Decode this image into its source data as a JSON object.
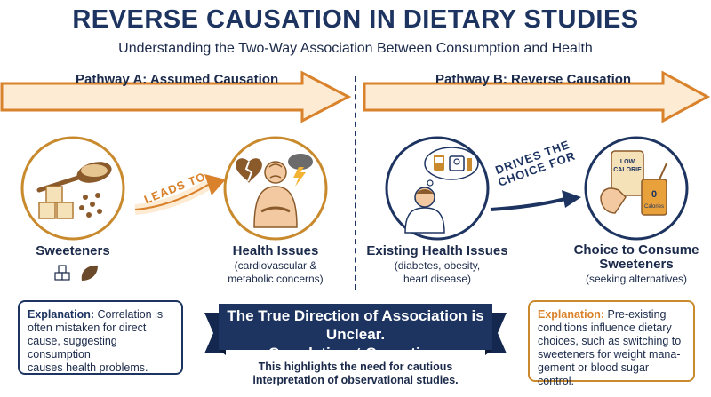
{
  "title": "REVERSE CAUSATION IN DIETARY STUDIES",
  "subtitle": "Understanding the Two-Way Association Between Consumption and Health",
  "pathway_a": {
    "label": "Pathway A: Assumed Causation",
    "connector_text": "LEADS TO",
    "left_node": {
      "label": "Sweeteners"
    },
    "right_node": {
      "label": "Health Issues",
      "sub1": "(cardiovascular &",
      "sub2": "metabolic concerns)"
    },
    "explanation": {
      "lead": "Explanation:",
      "line1": " Correlation is",
      "line2": "often mistaken for direct",
      "line3": "cause, suggesting consumption",
      "line4": "causes health problems."
    }
  },
  "pathway_b": {
    "label": "Pathway B: Reverse Causation",
    "connector_text_1": "DRIVES THE",
    "connector_text_2": "CHOICE FOR",
    "left_node": {
      "label": "Existing Health Issues",
      "sub1": "(diabetes, obesity,",
      "sub2": "heart disease)"
    },
    "right_node": {
      "label1": "Choice to Consume",
      "label2": "Sweeteners",
      "sub1": "(seeking alternatives)"
    },
    "drink_labels": {
      "line1": "LOW",
      "line2": "CALORIE",
      "zero": "0",
      "calories": "Calories"
    },
    "explanation": {
      "lead": "Explanation:",
      "line1": " Pre-existing",
      "line2": "conditions influence dietary",
      "line3": "choices, such as switching to",
      "line4": "sweeteners for weight mana-",
      "line5": "gement or blood sugar control."
    }
  },
  "banner": {
    "line1": "The True Direction of Association is Unclear.",
    "line2": "Correlation ≠ Causation."
  },
  "footer": {
    "line1": "This highlights the need for cautious",
    "line2": "interpretation of observational studies."
  },
  "colors": {
    "navy": "#1d3461",
    "orange": "#d9822b",
    "peach": "#fdebd3",
    "gold": "#c98a2e"
  },
  "icons": [
    "spoon-sugar-icon",
    "sugar-cubes-icon",
    "broken-heart-icon",
    "storm-cloud-icon",
    "person-stomachache-icon",
    "leaf-icon",
    "thought-bubble-icon",
    "scale-icon",
    "glucose-meter-icon",
    "person-icon",
    "drink-can-icon",
    "juice-glass-icon"
  ]
}
